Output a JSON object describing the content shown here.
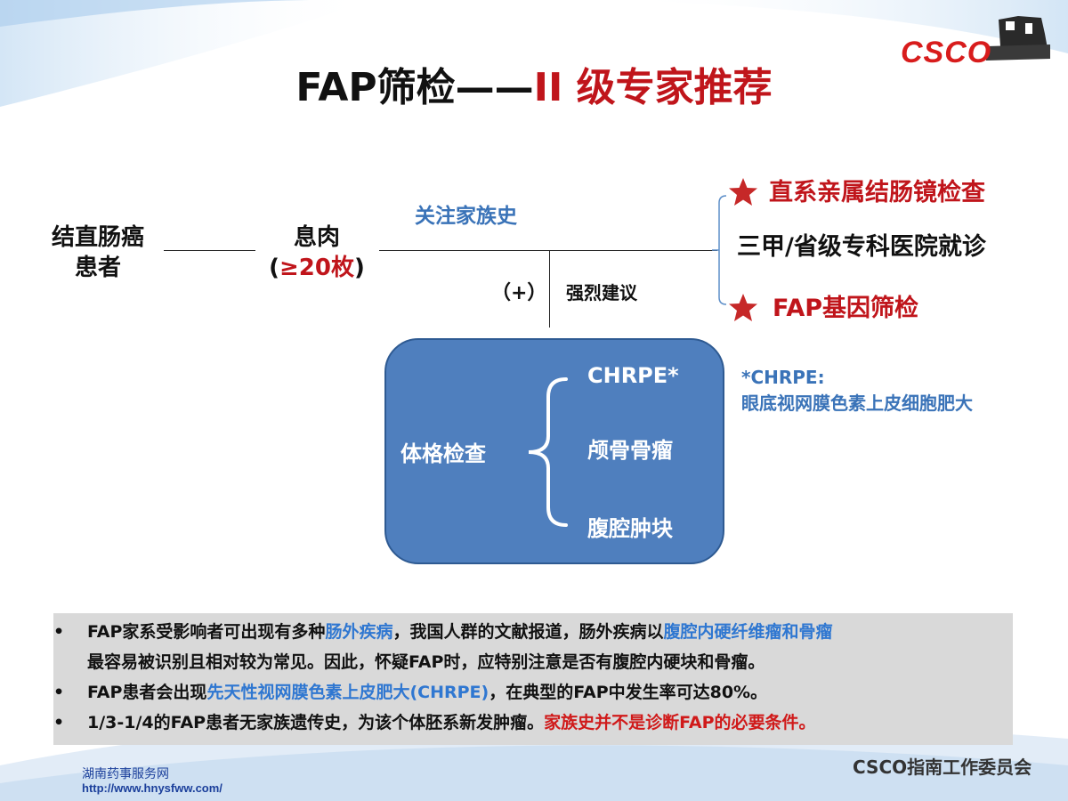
{
  "header": {
    "title_main": "FAP筛检——",
    "title_red": "II 级专家推荐",
    "logo_text": "CSCO"
  },
  "flow": {
    "patient": [
      "结直肠癌",
      "患者"
    ],
    "polyp": "息肉",
    "polyp_count_open": "(",
    "polyp_count": "≥20枚",
    "polyp_count_close": ")",
    "family_history": "关注家族史",
    "positive": "（+）",
    "strong_suggest": "强烈建议",
    "rec_colonoscopy": "直系亲属结肠镜检查",
    "rec_hospital": "三甲/省级专科医院就诊",
    "rec_gene": "FAP基因筛检",
    "colors": {
      "accent_red": "#c0151b",
      "accent_blue": "#3a73b8",
      "box_blue": "#4f7fbe"
    }
  },
  "exam": {
    "label": "体格检查",
    "items": [
      "CHRPE*",
      "颅骨骨瘤",
      "腹腔肿块"
    ]
  },
  "footnote": {
    "line1": "*CHRPE:",
    "line2": "眼底视网膜色素上皮细胞肥大"
  },
  "notes": {
    "bullet": "•",
    "n1_a": "FAP家系受影响者可出现有多种",
    "n1_b": "肠外疾病",
    "n1_c": "，我国人群的文献报道，肠外疾病以",
    "n1_d": "腹腔内硬纤维瘤和骨瘤",
    "n1_e": "最容易被识别且相对较为常见。因此，怀疑FAP时，应特别注意是否有腹腔内硬块和骨瘤。",
    "n2_a": "FAP患者会出现",
    "n2_b": "先天性视网膜色素上皮肥大(CHRPE)",
    "n2_c": "，在典型的FAP中发生率可达80%。",
    "n3_a": "1/3-1/4的FAP患者无家族遗传史，为该个体胚系新发肿瘤。",
    "n3_b": "家族史并不是诊断FAP的必要条件。"
  },
  "footer": {
    "site_name": "湖南药事服务网",
    "site_url": "http://www.hnysfww.com/",
    "committee": "CSCO指南工作委员会"
  }
}
